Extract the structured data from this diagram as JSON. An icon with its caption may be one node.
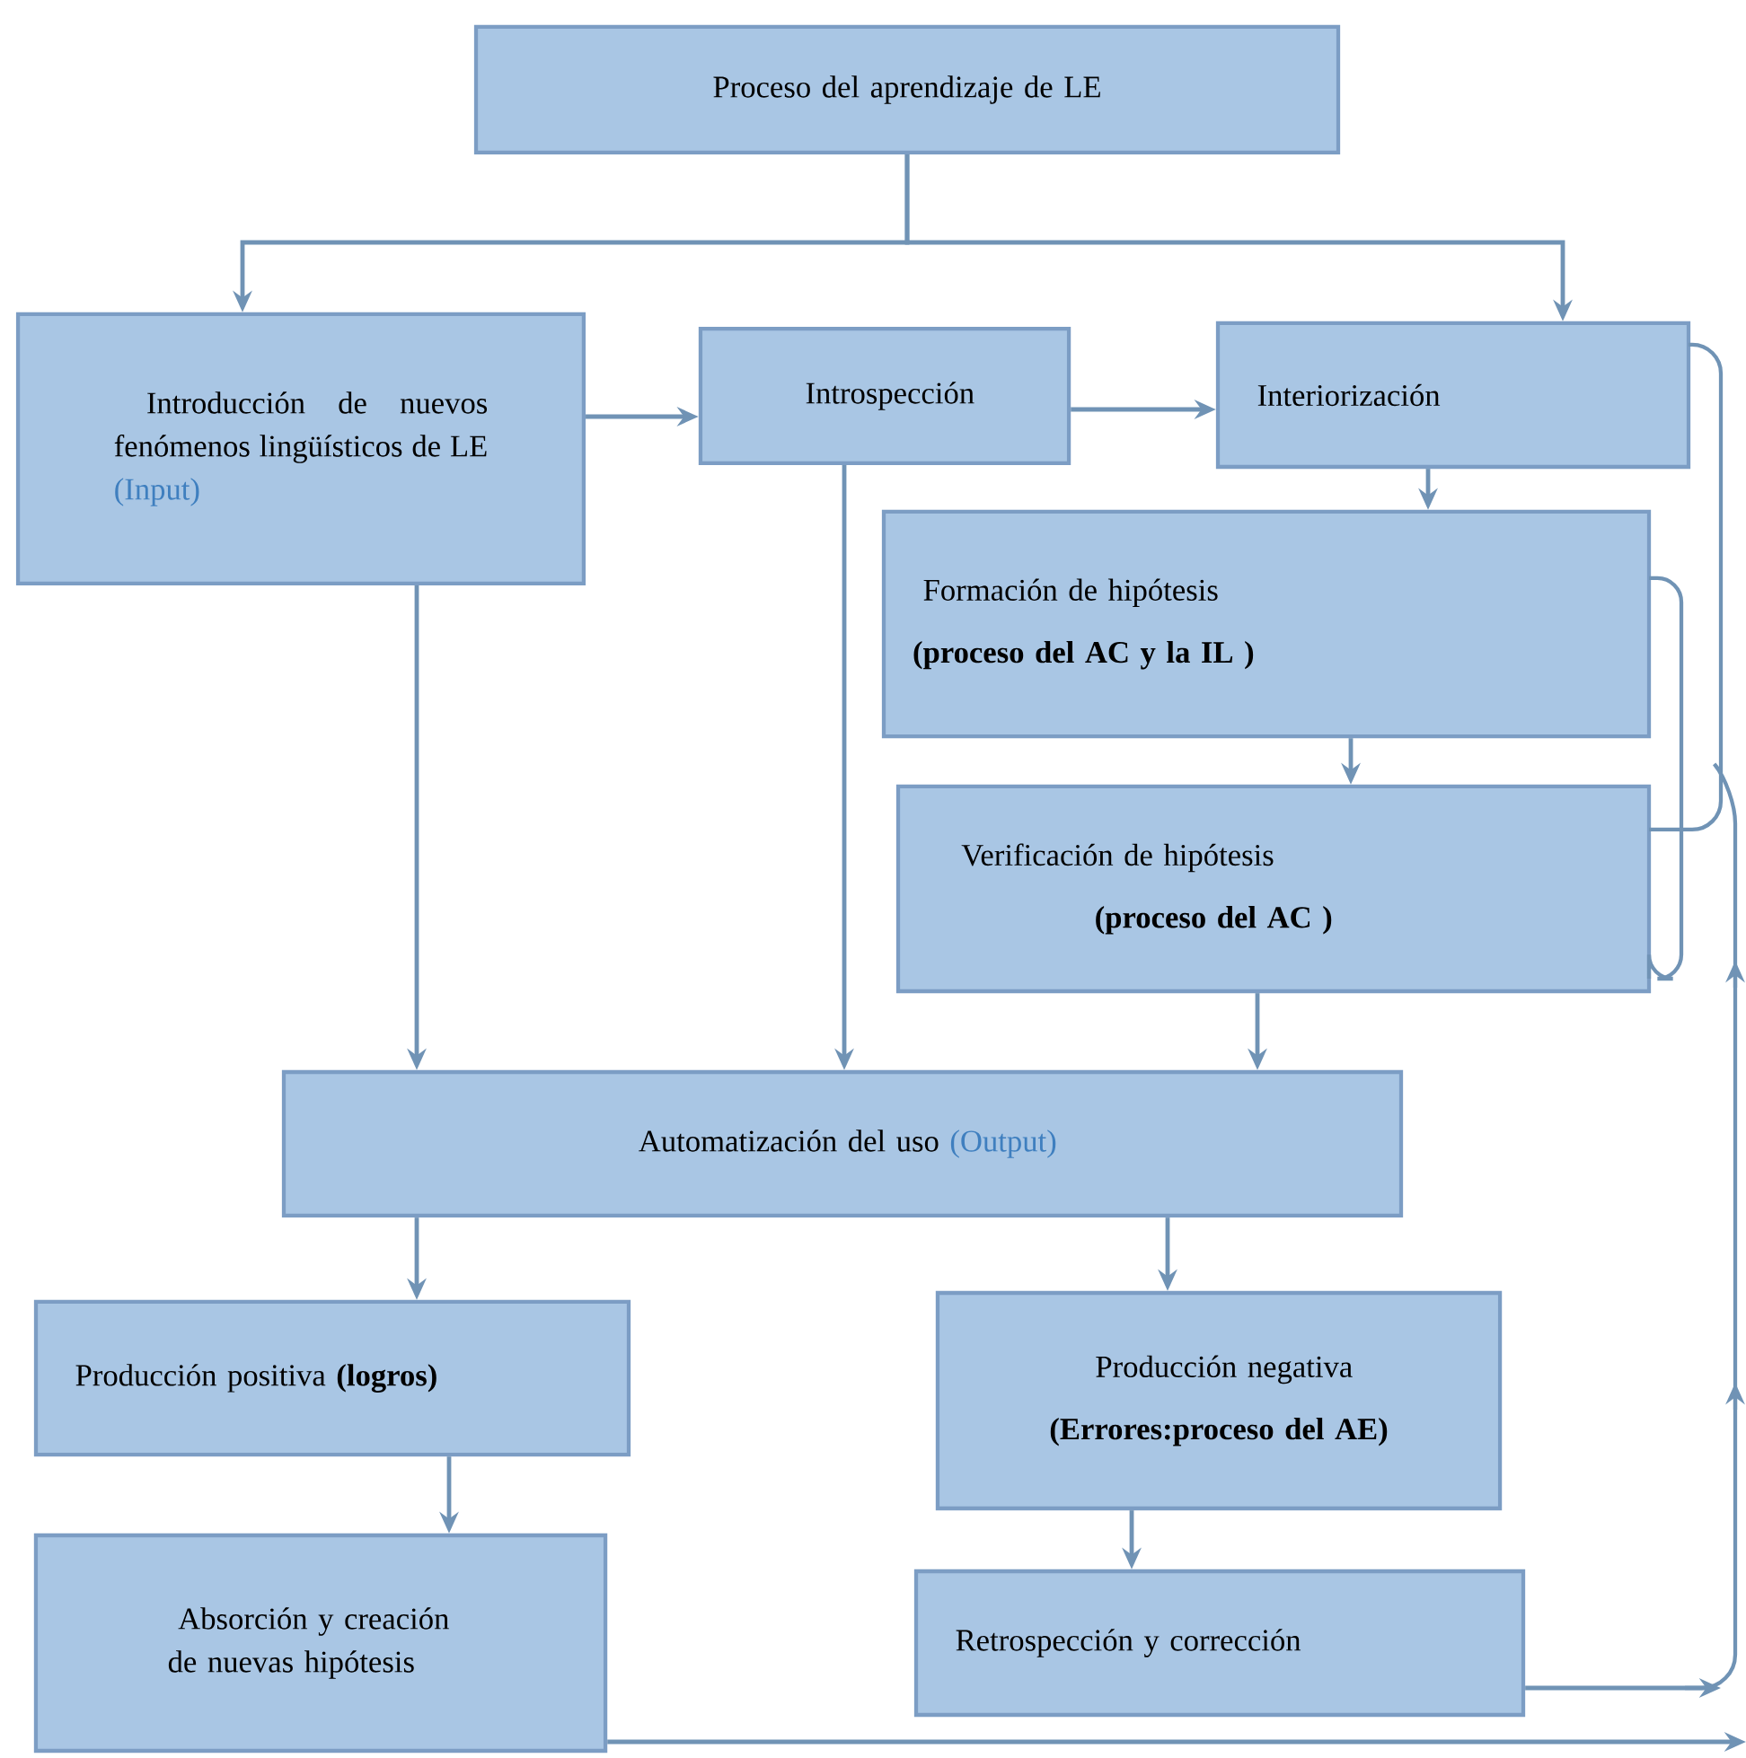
{
  "diagram": {
    "nodes": [
      {
        "text": [
          "Proceso del aprendizaje de LE"
        ]
      },
      {
        "text": [
          "Introducción de nuevos fenómenos lingüísticos de LE",
          "(Input)"
        ]
      },
      {
        "text": [
          "Introspección"
        ]
      },
      {
        "text": [
          "Interiorización"
        ]
      },
      {
        "text": [
          "Formación de hipótesis",
          "(proceso del AC y la IL )"
        ]
      },
      {
        "text": [
          "Verificación de hipótesis",
          "(proceso del AC )"
        ]
      },
      {
        "text": [
          "Automatización del uso",
          "(Output)"
        ]
      },
      {
        "text": [
          "Producción positiva **(logros)**"
        ]
      },
      {
        "text": [
          "Producción negativa",
          "(Errores:proceso del AE)"
        ]
      },
      {
        "text": [
          "Absorción y creación de nuevas hipótesis"
        ]
      },
      {
        "text": [
          "Retrospección y corrección"
        ]
      }
    ],
    "edges": [
      {
        "from": 0,
        "to": 1,
        "arrow": "to"
      },
      {
        "from": 0,
        "to": 3,
        "arrow": "to"
      },
      {
        "from": 1,
        "to": 2,
        "arrow": "to"
      },
      {
        "from": 2,
        "to": 3,
        "arrow": "to"
      },
      {
        "from": 3,
        "to": 4,
        "arrow": "to"
      },
      {
        "from": 4,
        "to": 5,
        "arrow": "to"
      },
      {
        "from": 1,
        "to": 6,
        "arrow": "to"
      },
      {
        "from": 2,
        "to": 6,
        "arrow": "to"
      },
      {
        "from": 5,
        "to": 6,
        "arrow": "to"
      },
      {
        "from": 6,
        "to": 7,
        "arrow": "to"
      },
      {
        "from": 6,
        "to": 8,
        "arrow": "to"
      },
      {
        "from": 7,
        "to": 9,
        "arrow": "to"
      },
      {
        "from": 8,
        "to": 10,
        "arrow": "to"
      },
      {
        "from": 10,
        "to": null,
        "arrow": "to"
      },
      {
        "from": 9,
        "to": null,
        "arrow": "to"
      }
    ]
  }
}
